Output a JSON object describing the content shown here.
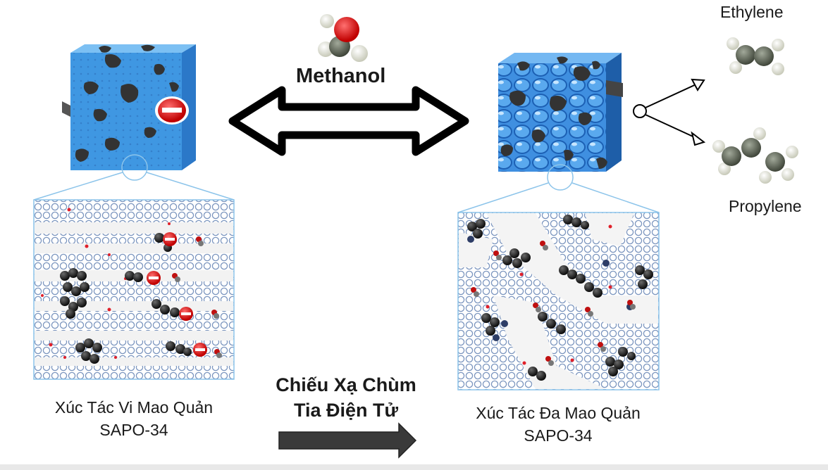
{
  "center": {
    "methanol_label": "Methanol",
    "arrow_label_line1": "Chiếu Xạ Chùm",
    "arrow_label_line2": "Tia Điện Tử"
  },
  "left_panel": {
    "label_line1": "Xúc Tác Vi Mao Quản",
    "label_line2": "SAPO-34"
  },
  "right_panel": {
    "label_line1": "Xúc Tác Đa Mao Quản",
    "label_line2": "SAPO-34"
  },
  "products": {
    "ethylene_label": "Ethylene",
    "propylene_label": "Propylene"
  },
  "colors": {
    "crystal_blue": "#3f97e2",
    "crystal_dark": "#1a5ea8",
    "pore_blob": "#333333",
    "block_sign": "#d81a1a",
    "zoom_line": "#8cc4ea",
    "arrow_dark": "#3a3a3a"
  }
}
